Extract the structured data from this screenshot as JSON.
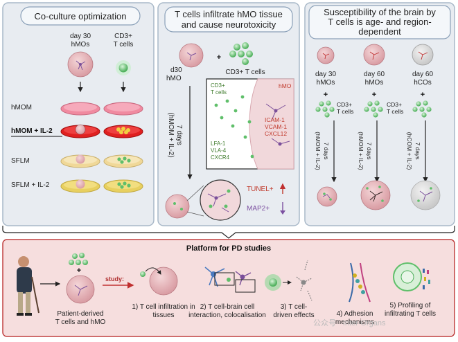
{
  "panel1": {
    "title": "Co-culture optimization",
    "col1_label_l1": "day 30",
    "col1_label_l2": "hMOs",
    "col2_label_l1": "CD3+",
    "col2_label_l2": "T cells",
    "rows": [
      "hMOM",
      "hMOM + IL-2",
      "SFLM",
      "SFLM + IL-2"
    ]
  },
  "panel2": {
    "title_l1": "T cells infiltrate hMO tissue",
    "title_l2": "and cause neurotoxicity",
    "d30_l1": "d30",
    "d30_l2": "hMO",
    "plus": "+",
    "tcells_label": "CD3+ T cells",
    "days_label": "7 days",
    "medium_label": "(hMOM + IL-2)",
    "inset_tcells_l1": "CD3+",
    "inset_tcells_l2": "T cells",
    "inset_hmo": "hMO",
    "inset_ligands": [
      "ICAM-1",
      "VCAM-1",
      "CXCL12"
    ],
    "inset_receptors": [
      "LFA-1",
      "VLA-4",
      "CXCR4"
    ],
    "tunel": "TUNEL+",
    "map2": "MAP2+"
  },
  "panel3": {
    "title_l1": "Susceptibility of the brain by",
    "title_l2": "T cells is age- and region-",
    "title_l3": "dependent",
    "cols": [
      {
        "l1": "day 30",
        "l2": "hMOs",
        "medium": "(hMOM + IL-2)"
      },
      {
        "l1": "day 60",
        "l2": "hMOs",
        "medium": "(hMOM + IL-2)"
      },
      {
        "l1": "day 60",
        "l2": "hCOs",
        "medium": "(hCOM + IL-2)"
      }
    ],
    "tcells_l1": "CD3+",
    "tcells_l2": "T cells",
    "days_label": "7 days",
    "plus": "+"
  },
  "panel4": {
    "title": "Platform for PD studies",
    "study": "study:",
    "plus": "+",
    "patient_l1": "Patient-derived",
    "patient_l2": "T cells and hMO",
    "steps": [
      {
        "l1": "1) T cell infiltration in",
        "l2": "tissues"
      },
      {
        "l1": "2) T cell-brain cell",
        "l2": "interaction, colocalisation"
      },
      {
        "l1": "3) T cell-",
        "l2": "driven effects"
      },
      {
        "l1": "4) Adhesion",
        "l2": "mechanisms"
      },
      {
        "l1": "5) Profiling of",
        "l2": "infiltrating T cells"
      }
    ],
    "watermark": "公众号 · Inter-Organs"
  },
  "colors": {
    "panel_bg": "#e8ecf1",
    "panel_border": "#a8b8c8",
    "bottom_bg": "#f6dede",
    "bottom_border": "#c04040",
    "hmom_pink": "#f08aa0",
    "hmom_il2_red": "#e02020",
    "sflm_yellow": "#f0d898",
    "tcell_green": "#5fbf6a",
    "organoid": "#e4b8bc"
  }
}
